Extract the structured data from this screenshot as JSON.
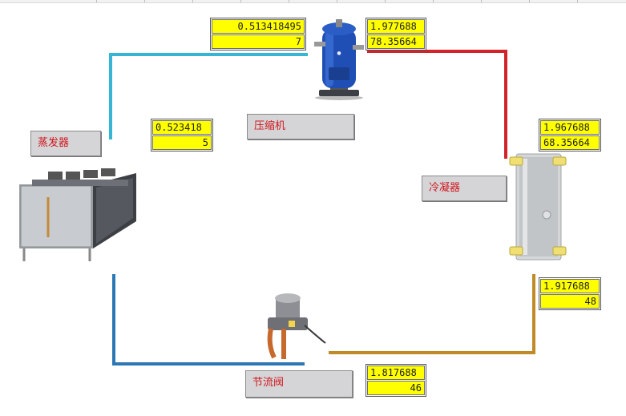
{
  "compressor": {
    "label": "压缩机",
    "inlet": {
      "value": "0.513418495",
      "temp": "7"
    },
    "outlet": {
      "value": "1.977688",
      "temp": "78.35664"
    }
  },
  "condenser": {
    "label": "冷凝器",
    "inlet": {
      "value": "1.967688",
      "temp": "68.35664"
    },
    "outlet": {
      "value": "1.917688",
      "temp": "48"
    }
  },
  "expansion_valve": {
    "label": "节流阀",
    "values": {
      "value": "1.817688",
      "temp": "46"
    }
  },
  "evaporator": {
    "label": "蒸发器",
    "values": {
      "value": "0.523418",
      "temp": "5"
    }
  },
  "colors": {
    "suction_pipe": "#35b6d6",
    "discharge_pipe": "#d2232a",
    "liquid_pipe": "#c08a26",
    "return_pipe": "#2d78b4",
    "value_fill": "#ffff00",
    "label_text": "#d0161b"
  }
}
